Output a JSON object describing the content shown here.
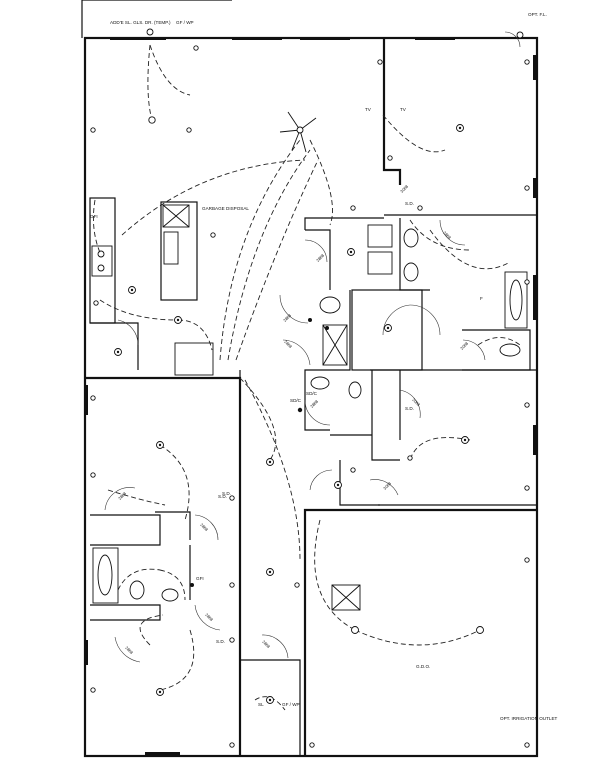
{
  "labels": {
    "note_top": "ADD'E SL. GLS. DR. (TEMP.)",
    "gf_wp_top": "GF / WP",
    "opt_fl": "OPT. F.L.",
    "tv1": "TV",
    "tv2": "TV",
    "garbage_disposal": "GARBAGE DISPOSAL",
    "gfi_kitchen": "GFI",
    "sd_master": "S.D.",
    "sd_hall": "S.D.",
    "sd_bed2": "S.D.",
    "sd_bed3": "S.D.",
    "sd_closet": "S.D.",
    "gfi_bath2": "GFI",
    "gdo": "G.D.O.",
    "sl_entry": "SL",
    "gf_wp_bottom": "GF / WP",
    "irrigation": "OPT. IRRIGATION OUTLET",
    "sdc": "SD/C",
    "sdc2": "SD/C",
    "f_mark": "F"
  },
  "door_tags": [
    "3068",
    "2868",
    "2868",
    "2868",
    "2868",
    "2868",
    "2068",
    "2068",
    "3068",
    "2868",
    "2868",
    "2868",
    "2868",
    "2868"
  ]
}
